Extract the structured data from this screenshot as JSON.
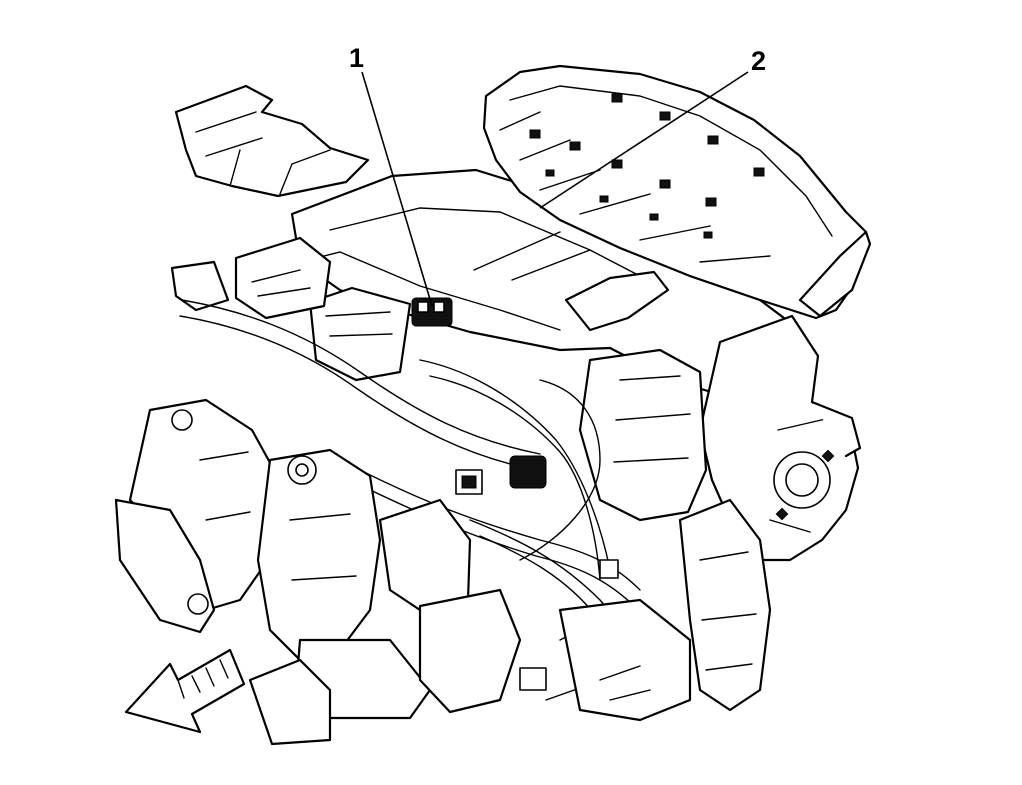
{
  "diagram": {
    "callouts": [
      {
        "id": "1",
        "label": "1"
      },
      {
        "id": "2",
        "label": "2"
      }
    ],
    "icons": [
      "front-direction-arrow-icon"
    ]
  }
}
